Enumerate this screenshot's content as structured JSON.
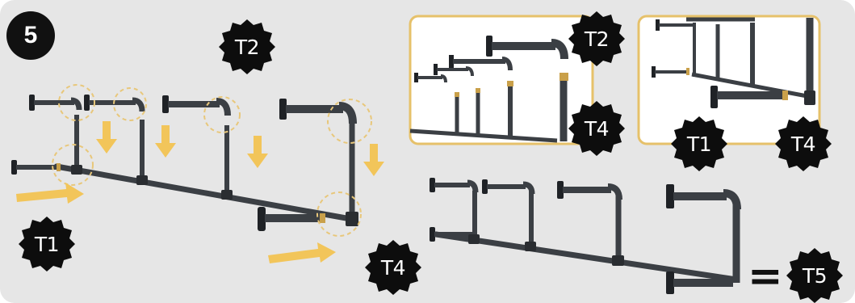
{
  "step": {
    "number": "5"
  },
  "labels": {
    "t1_main": "T1",
    "t2_main": "T2",
    "t4_main": "T4",
    "t2_inset": "T2",
    "t4_inset_left": "T4",
    "t1_inset": "T1",
    "t4_inset_right": "T4",
    "t5_result": "T5"
  },
  "equals_sign": "=",
  "colors": {
    "panel_bg": "#e6e6e6",
    "pipe": "#3b3f44",
    "pipe_dark": "#1f2226",
    "arrow": "#f2c55a",
    "highlight_ring": "#e8c77a",
    "inset_border": "#e6c16a",
    "seal": "#0d0d0d",
    "brass": "#c9a04a"
  }
}
